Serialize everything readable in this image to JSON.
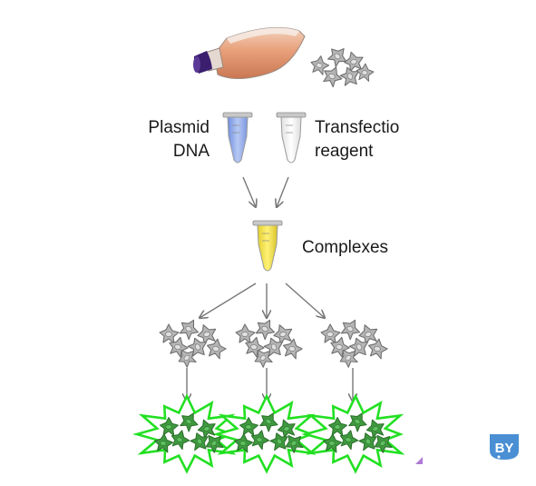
{
  "labels": {
    "plasmid_line1": "Plasmid",
    "plasmid_line2": "DNA",
    "transfection_line1": "Transfectio",
    "transfection_line2": "reagent",
    "complexes": "Complexes"
  },
  "logo": {
    "text": "BY"
  },
  "colors": {
    "flask_liquid": "#e8a07a",
    "flask_cap": "#3b1f6e",
    "tube_dna": "#8fa8e8",
    "tube_reagent": "#f2f2f2",
    "tube_complexes": "#f0e04a",
    "cell_gray": "#b5b5b5",
    "cell_outline": "#6e6e6e",
    "star_green": "#22e022",
    "cell_green": "#3f9a3f",
    "arrow": "#777777",
    "logo_bg": "#4a8fd4",
    "accent_purple": "#b07ad4"
  },
  "icons": [
    "flask-icon",
    "microtube-icon",
    "cell-cluster-icon",
    "transfected-star-icon",
    "logo-icon"
  ]
}
